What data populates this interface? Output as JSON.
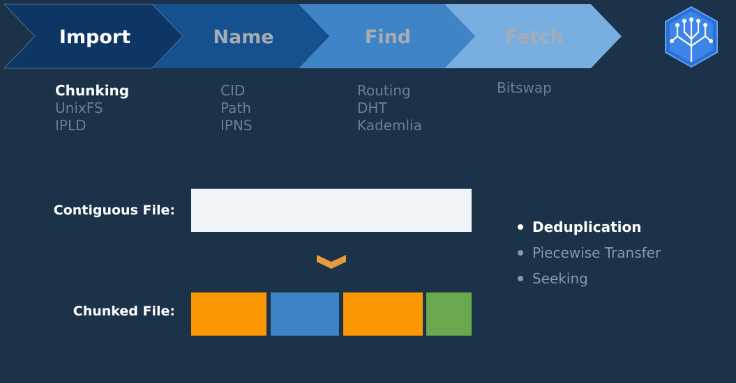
{
  "colors": {
    "background": "#1b3249",
    "stage_import": "#0d3664",
    "stage_name": "#15508f",
    "stage_find": "#3f84c7",
    "stage_fetch": "#78afe0",
    "chunk_orange": "#fb9700",
    "chunk_blue": "#3d85c6",
    "chunk_green": "#6aa84f",
    "arrow": "#e59b3b"
  },
  "pipeline": {
    "stages": [
      {
        "label": "Import",
        "active": true,
        "items": [
          "Chunking",
          "UnixFS",
          "IPLD"
        ],
        "active_item": "Chunking"
      },
      {
        "label": "Name",
        "active": false,
        "items": [
          "CID",
          "Path",
          "IPNS"
        ]
      },
      {
        "label": "Find",
        "active": false,
        "items": [
          "Routing",
          "DHT",
          "Kademlia"
        ]
      },
      {
        "label": "Fetch",
        "active": false,
        "items": [
          "Bitswap"
        ]
      }
    ]
  },
  "diagram": {
    "contiguous_label": "Contiguous File:",
    "chunked_label": "Chunked File:",
    "arrow_icon": "chevron-down-icon",
    "chunks": [
      {
        "color": "#fb9700"
      },
      {
        "color": "#3d85c6"
      },
      {
        "color": "#fb9700"
      },
      {
        "color": "#6aa84f"
      }
    ]
  },
  "benefits": {
    "items": [
      "Deduplication",
      "Piecewise Transfer",
      "Seeking"
    ],
    "active_item": "Deduplication"
  },
  "logo": {
    "icon": "ipfs-logo-icon"
  }
}
